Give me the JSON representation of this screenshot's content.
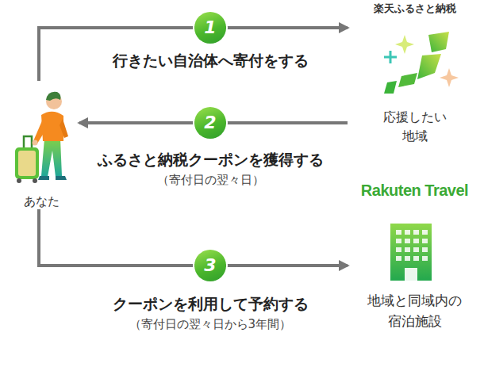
{
  "diagram": {
    "nodes": [
      {
        "text": [
          "あなた"
        ]
      },
      {
        "text": [
          "楽天ふるさと納税",
          "応援したい 地域"
        ]
      },
      {
        "text": [
          "Rakuten Travel",
          "地域と同域内の 宿泊施設"
        ]
      }
    ],
    "edges": [
      {
        "from": 0,
        "to": 1,
        "arrow": "to",
        "label": "行きたい自治体へ寄付をする"
      },
      {
        "from": 1,
        "to": 0,
        "arrow": "to",
        "label": "ふるさと納税クーポンを獲得する"
      },
      {
        "from": 0,
        "to": 2,
        "arrow": "to",
        "label": "クーポンを利用して予約する"
      }
    ],
    "labels": [
      "1",
      "2",
      "3",
      "（寄付日の翌々日）",
      "（寄付日の翌々日から3年間）"
    ]
  }
}
